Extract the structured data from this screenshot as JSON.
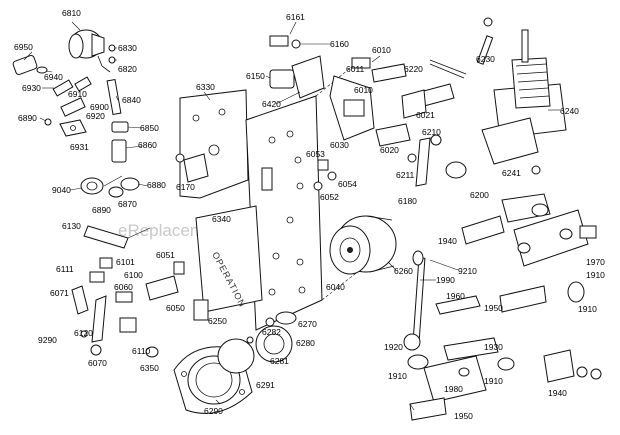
{
  "watermark": "eReplacementParts.com",
  "plate_text": "OPERATION",
  "labels": {
    "p6810": "6810",
    "p6950": "6950",
    "p6830": "6830",
    "p6820": "6820",
    "p6940": "6940",
    "p6930": "6930",
    "p6910": "6910",
    "p6840": "6840",
    "p6900": "6900",
    "p6920": "6920",
    "p6890a": "6890",
    "p6931": "6931",
    "p6850": "6850",
    "p6860": "6860",
    "p9040": "9040",
    "p6880": "6880",
    "p6890b": "6890",
    "p6870": "6870",
    "p6330": "6330",
    "p6161": "6161",
    "p6160": "6160",
    "p6150": "6150",
    "p6420": "6420",
    "p6010a": "6010",
    "p6011": "6011",
    "p6010b": "6010",
    "p6220": "6220",
    "p6230": "6230",
    "p6240": "6240",
    "p6030": "6030",
    "p6020": "6020",
    "p6021": "6021",
    "p6210": "6210",
    "p6241": "6241",
    "p6053": "6053",
    "p6052": "6052",
    "p6054": "6054",
    "p6211": "6211",
    "p6200": "6200",
    "p6180": "6180",
    "p6170": "6170",
    "p6130": "6130",
    "p6340": "6340",
    "p6101": "6101",
    "p6051": "6051",
    "p6111": "6111",
    "p6100": "6100",
    "p6071": "6071",
    "p6060": "6060",
    "p6050": "6050",
    "p9290": "9290",
    "p6120": "6120",
    "p6070": "6070",
    "p6110": "6110",
    "p6250": "6250",
    "p6282": "6282",
    "p6270": "6270",
    "p6280": "6280",
    "p6281": "6281",
    "p6350": "6350",
    "p6291": "6291",
    "p6290": "6290",
    "p6040": "6040",
    "p6260": "6260",
    "p1940a": "1940",
    "p1970": "1970",
    "p9210": "9210",
    "p1910a": "1910",
    "p1990": "1990",
    "p1960": "1960",
    "p1950a": "1950",
    "p1910b": "1910",
    "p1920": "1920",
    "p1930": "1930",
    "p1910c": "1910",
    "p1980": "1980",
    "p1910d": "1910",
    "p1940b": "1940",
    "p1950b": "1950"
  }
}
